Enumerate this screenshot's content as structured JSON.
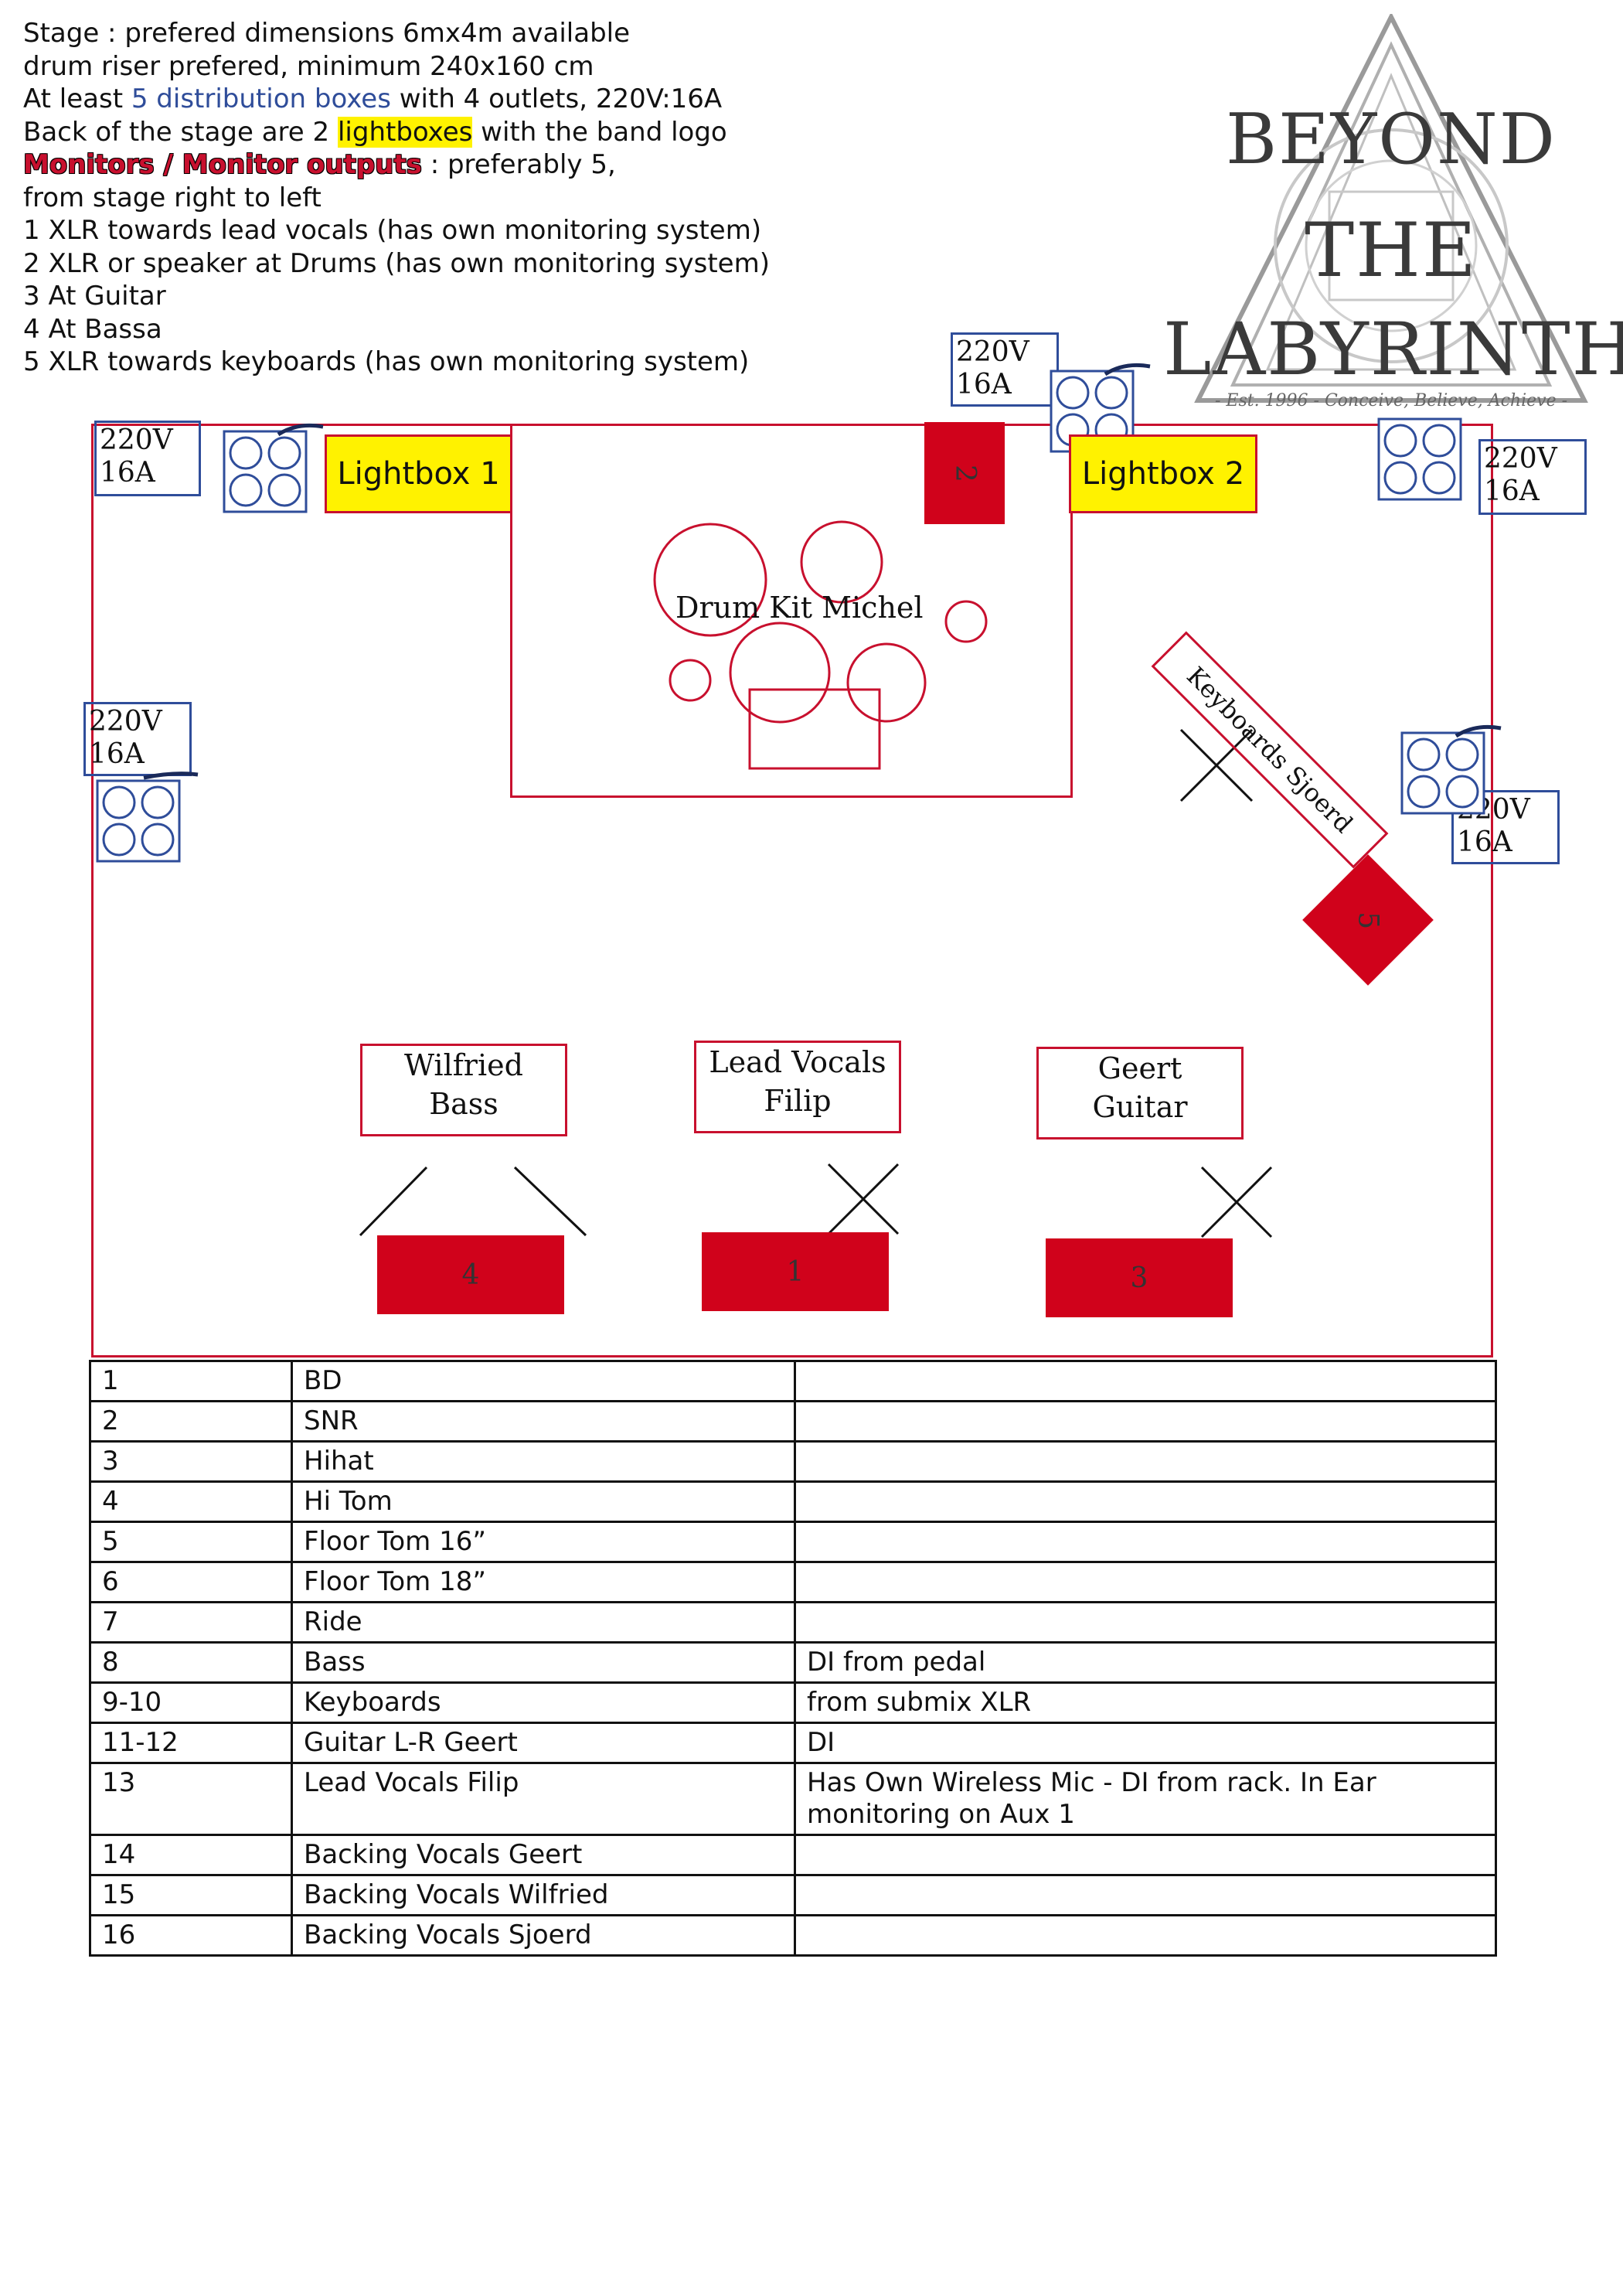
{
  "notes": {
    "line1": "Stage : prefered dimensions 6mx4m available",
    "line2": "drum riser prefered, minimum 240x160 cm",
    "line3_a": "At least ",
    "line3_b": "5 distribution boxes",
    "line3_c": " with 4 outlets, 220V:16A",
    "line4_a": "Back of the stage are 2 ",
    "line4_b": "lightboxes",
    "line4_c": " with the band logo",
    "line5_a": "Monitors / Monitor outputs",
    "line5_b": " : preferably 5,",
    "line6": "from stage right to left",
    "line7": "1 XLR towards lead vocals (has own monitoring system)",
    "line8": "2 XLR or speaker at Drums (has own monitoring system)",
    "line9": "3 At Guitar",
    "line10": "4 At Bassa",
    "line11": "5 XLR towards keyboards (has own monitoring system)"
  },
  "logo": {
    "line1": "BEYOND",
    "line2": "THE",
    "line3": "LABYRINTH",
    "tagline": "- Est. 1996 - Conceive, Believe, Achieve -"
  },
  "stage": {
    "power_label": "220V\n16A",
    "lightbox1": "Lightbox 1",
    "lightbox2": "Lightbox 2",
    "drum_label": "Drum Kit Michel",
    "keyboards_label": "Keyboards Sjoerd",
    "bass_person": "Wilfried\nBass",
    "vocals_person": "Lead Vocals\nFilip",
    "guitar_person": "Geert\nGuitar",
    "monitor1": "1",
    "monitor2": "2",
    "monitor3": "3",
    "monitor4": "4",
    "monitor5": "5"
  },
  "channels": [
    {
      "ch": "1",
      "source": "BD",
      "note": ""
    },
    {
      "ch": "2",
      "source": "SNR",
      "note": ""
    },
    {
      "ch": "3",
      "source": "Hihat",
      "note": ""
    },
    {
      "ch": "4",
      "source": "Hi Tom",
      "note": ""
    },
    {
      "ch": "5",
      "source": "Floor Tom 16”",
      "note": ""
    },
    {
      "ch": "6",
      "source": "Floor Tom 18”",
      "note": ""
    },
    {
      "ch": "7",
      "source": "Ride",
      "note": ""
    },
    {
      "ch": "8",
      "source": "Bass",
      "note": "DI from pedal"
    },
    {
      "ch": "9-10",
      "source": "Keyboards",
      "note": "from submix XLR"
    },
    {
      "ch": "11-12",
      "source": "Guitar L-R Geert",
      "note": "DI"
    },
    {
      "ch": "13",
      "source": "Lead Vocals Filip",
      "note": "Has Own Wireless Mic - DI from rack. In Ear monitoring on Aux 1"
    },
    {
      "ch": "14",
      "source": "Backing Vocals Geert",
      "note": ""
    },
    {
      "ch": "15",
      "source": "Backing Vocals Wilfried",
      "note": ""
    },
    {
      "ch": "16",
      "source": "Backing Vocals Sjoerd",
      "note": ""
    }
  ],
  "colors": {
    "stage_red": "#c8102e",
    "monitor_red": "#d0021b",
    "power_blue": "#2f4d9a",
    "lightbox_yellow": "#fff200"
  }
}
